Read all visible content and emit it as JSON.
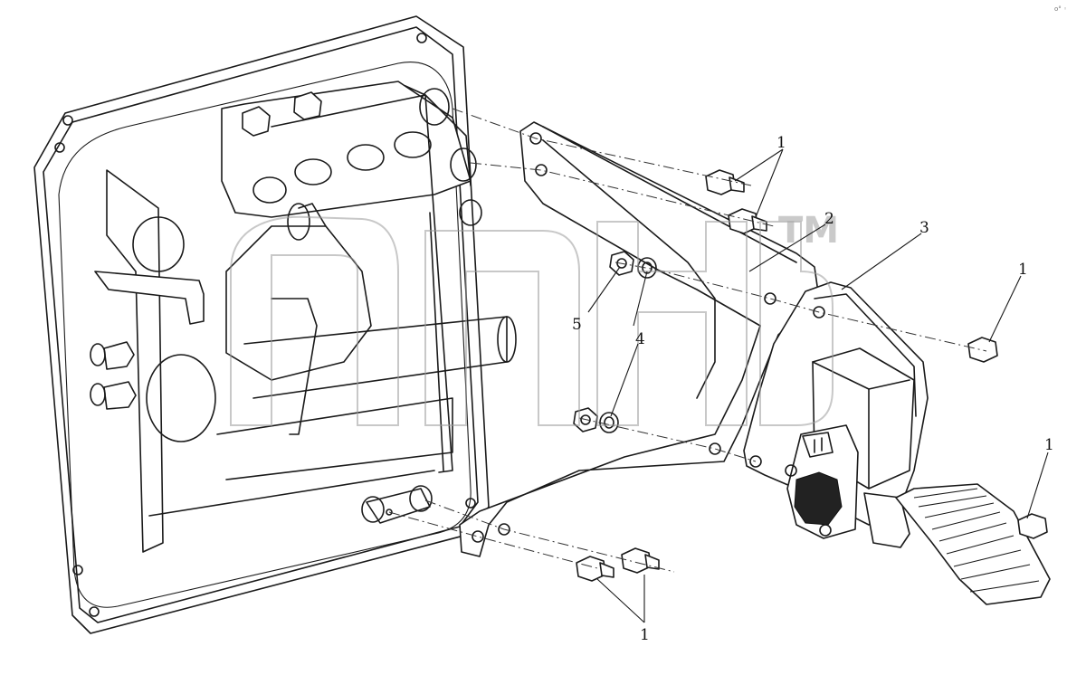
{
  "diagram": {
    "callouts": [
      {
        "id": "c1a",
        "label": "1"
      },
      {
        "id": "c2",
        "label": "2"
      },
      {
        "id": "c3",
        "label": "3"
      },
      {
        "id": "c1b",
        "label": "1"
      },
      {
        "id": "c5",
        "label": "5"
      },
      {
        "id": "c4",
        "label": "4"
      },
      {
        "id": "c1c",
        "label": "1"
      },
      {
        "id": "c1d",
        "label": "1"
      }
    ],
    "watermark_mark": "TM",
    "corner_mark": "o° ◦"
  },
  "colors": {
    "line": "#1a1a1a",
    "watermark": "#9a9a9a"
  }
}
